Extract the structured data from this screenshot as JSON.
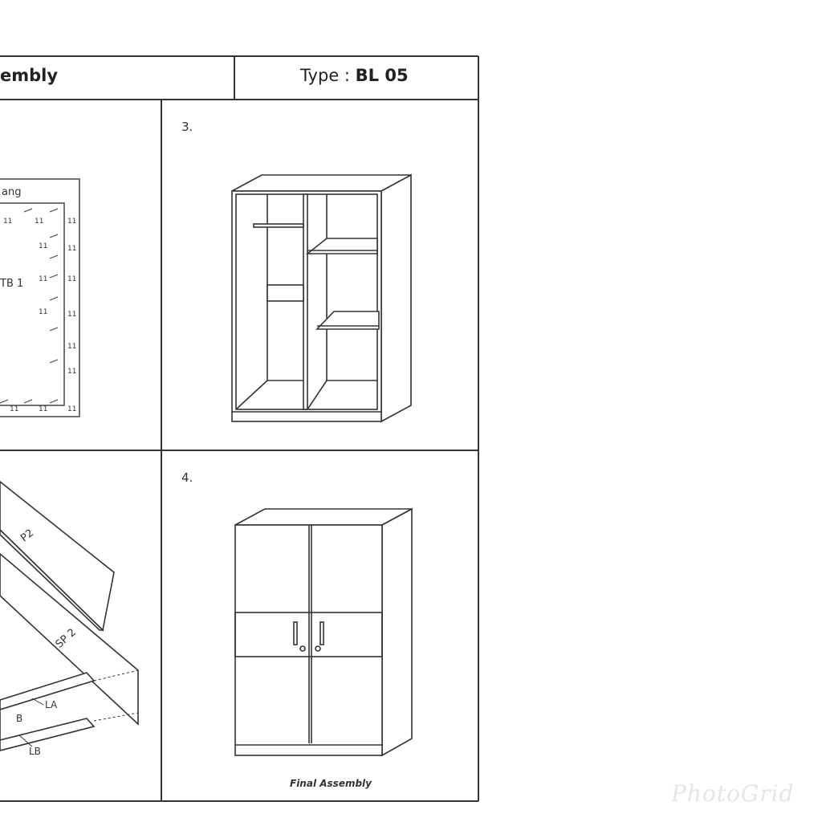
{
  "header": {
    "title_fragment": "embly",
    "type_label": "Type : ",
    "type_value": "BL 05"
  },
  "panels": {
    "step2": {
      "label_fragment": "ang",
      "board_label": "TB 1",
      "marks": [
        "11",
        "11",
        "11",
        "11",
        "11",
        "11",
        "11",
        "11",
        "11",
        "11",
        "11",
        "11",
        "11",
        "11"
      ]
    },
    "step3": {
      "number": "3."
    },
    "step4": {
      "number": "4.",
      "caption": "Final Assembly"
    },
    "step_bottom_left": {
      "labels": [
        "P2",
        "SP 2",
        "LA",
        "B",
        "LB"
      ]
    }
  },
  "watermark": "PhotoGrid"
}
